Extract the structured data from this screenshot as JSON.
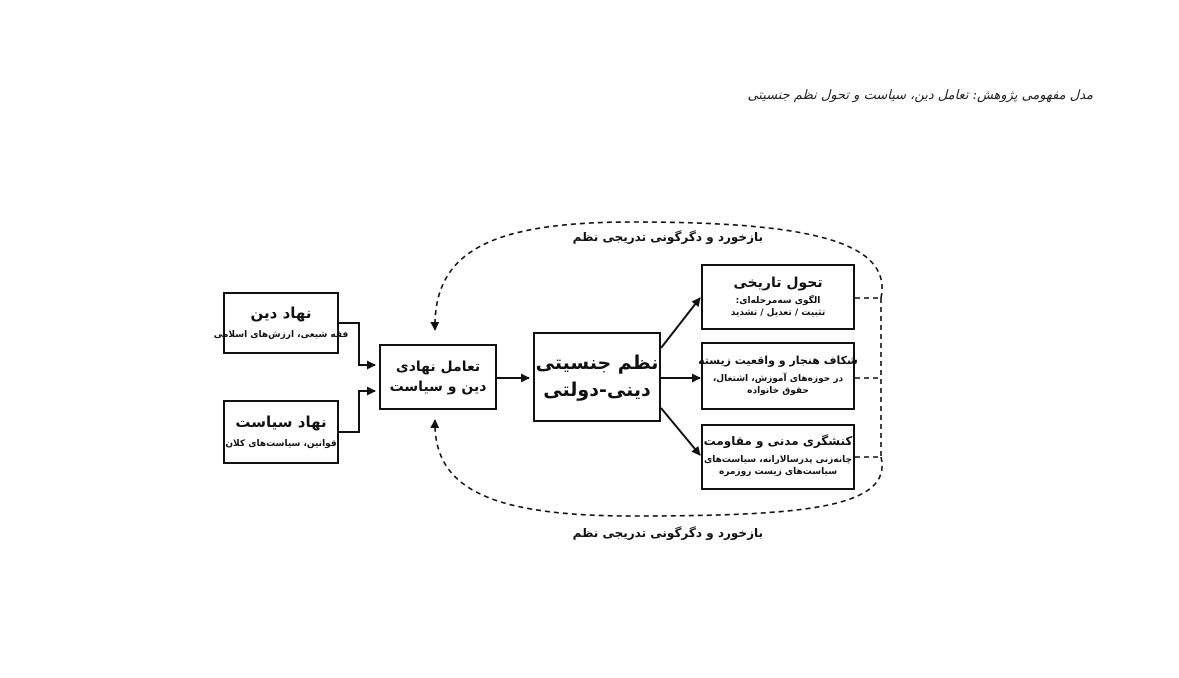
{
  "caption": "مدل مفهومی پژوهش: تعامل دین، سیاست و تحول نظم جنسیتی",
  "boxes": {
    "religion": {
      "title": "نهاد دین",
      "sub": "فقه شیعی، ارزش‌های اسلامی"
    },
    "politics": {
      "title": "نهاد سیاست",
      "sub": "قوانین، سیاست‌های کلان"
    },
    "interaction": {
      "line1": "تعامل نهادی",
      "line2": "دین و سیاست"
    },
    "order": {
      "line1": "نظم جنسیتی",
      "line2": "دینی-دولتی"
    },
    "history": {
      "title": "تحول تاریخی",
      "sub1": "الگوی سه‌مرحله‌ای:",
      "sub2": "تثبیت / تعدیل / تشدید"
    },
    "gap": {
      "title": "شکاف هنجار و واقعیت زیسته",
      "sub1": "در حوزه‌های آموزش، اشتغال،",
      "sub2": "حقوق خانواده"
    },
    "activism": {
      "title": "کنشگری مدنی و مقاومت",
      "sub1": "چانه‌زنی پدرسالارانه، سیاست‌های",
      "sub2": "سیاست‌های زیست روزمره"
    }
  },
  "feedback_top": "بازخورد و دگرگونی تدریجی نظم",
  "feedback_bottom": "بازخورد و دگرگونی تدریجی نظم",
  "colors": {
    "stroke": "#111111",
    "background": "#ffffff"
  }
}
